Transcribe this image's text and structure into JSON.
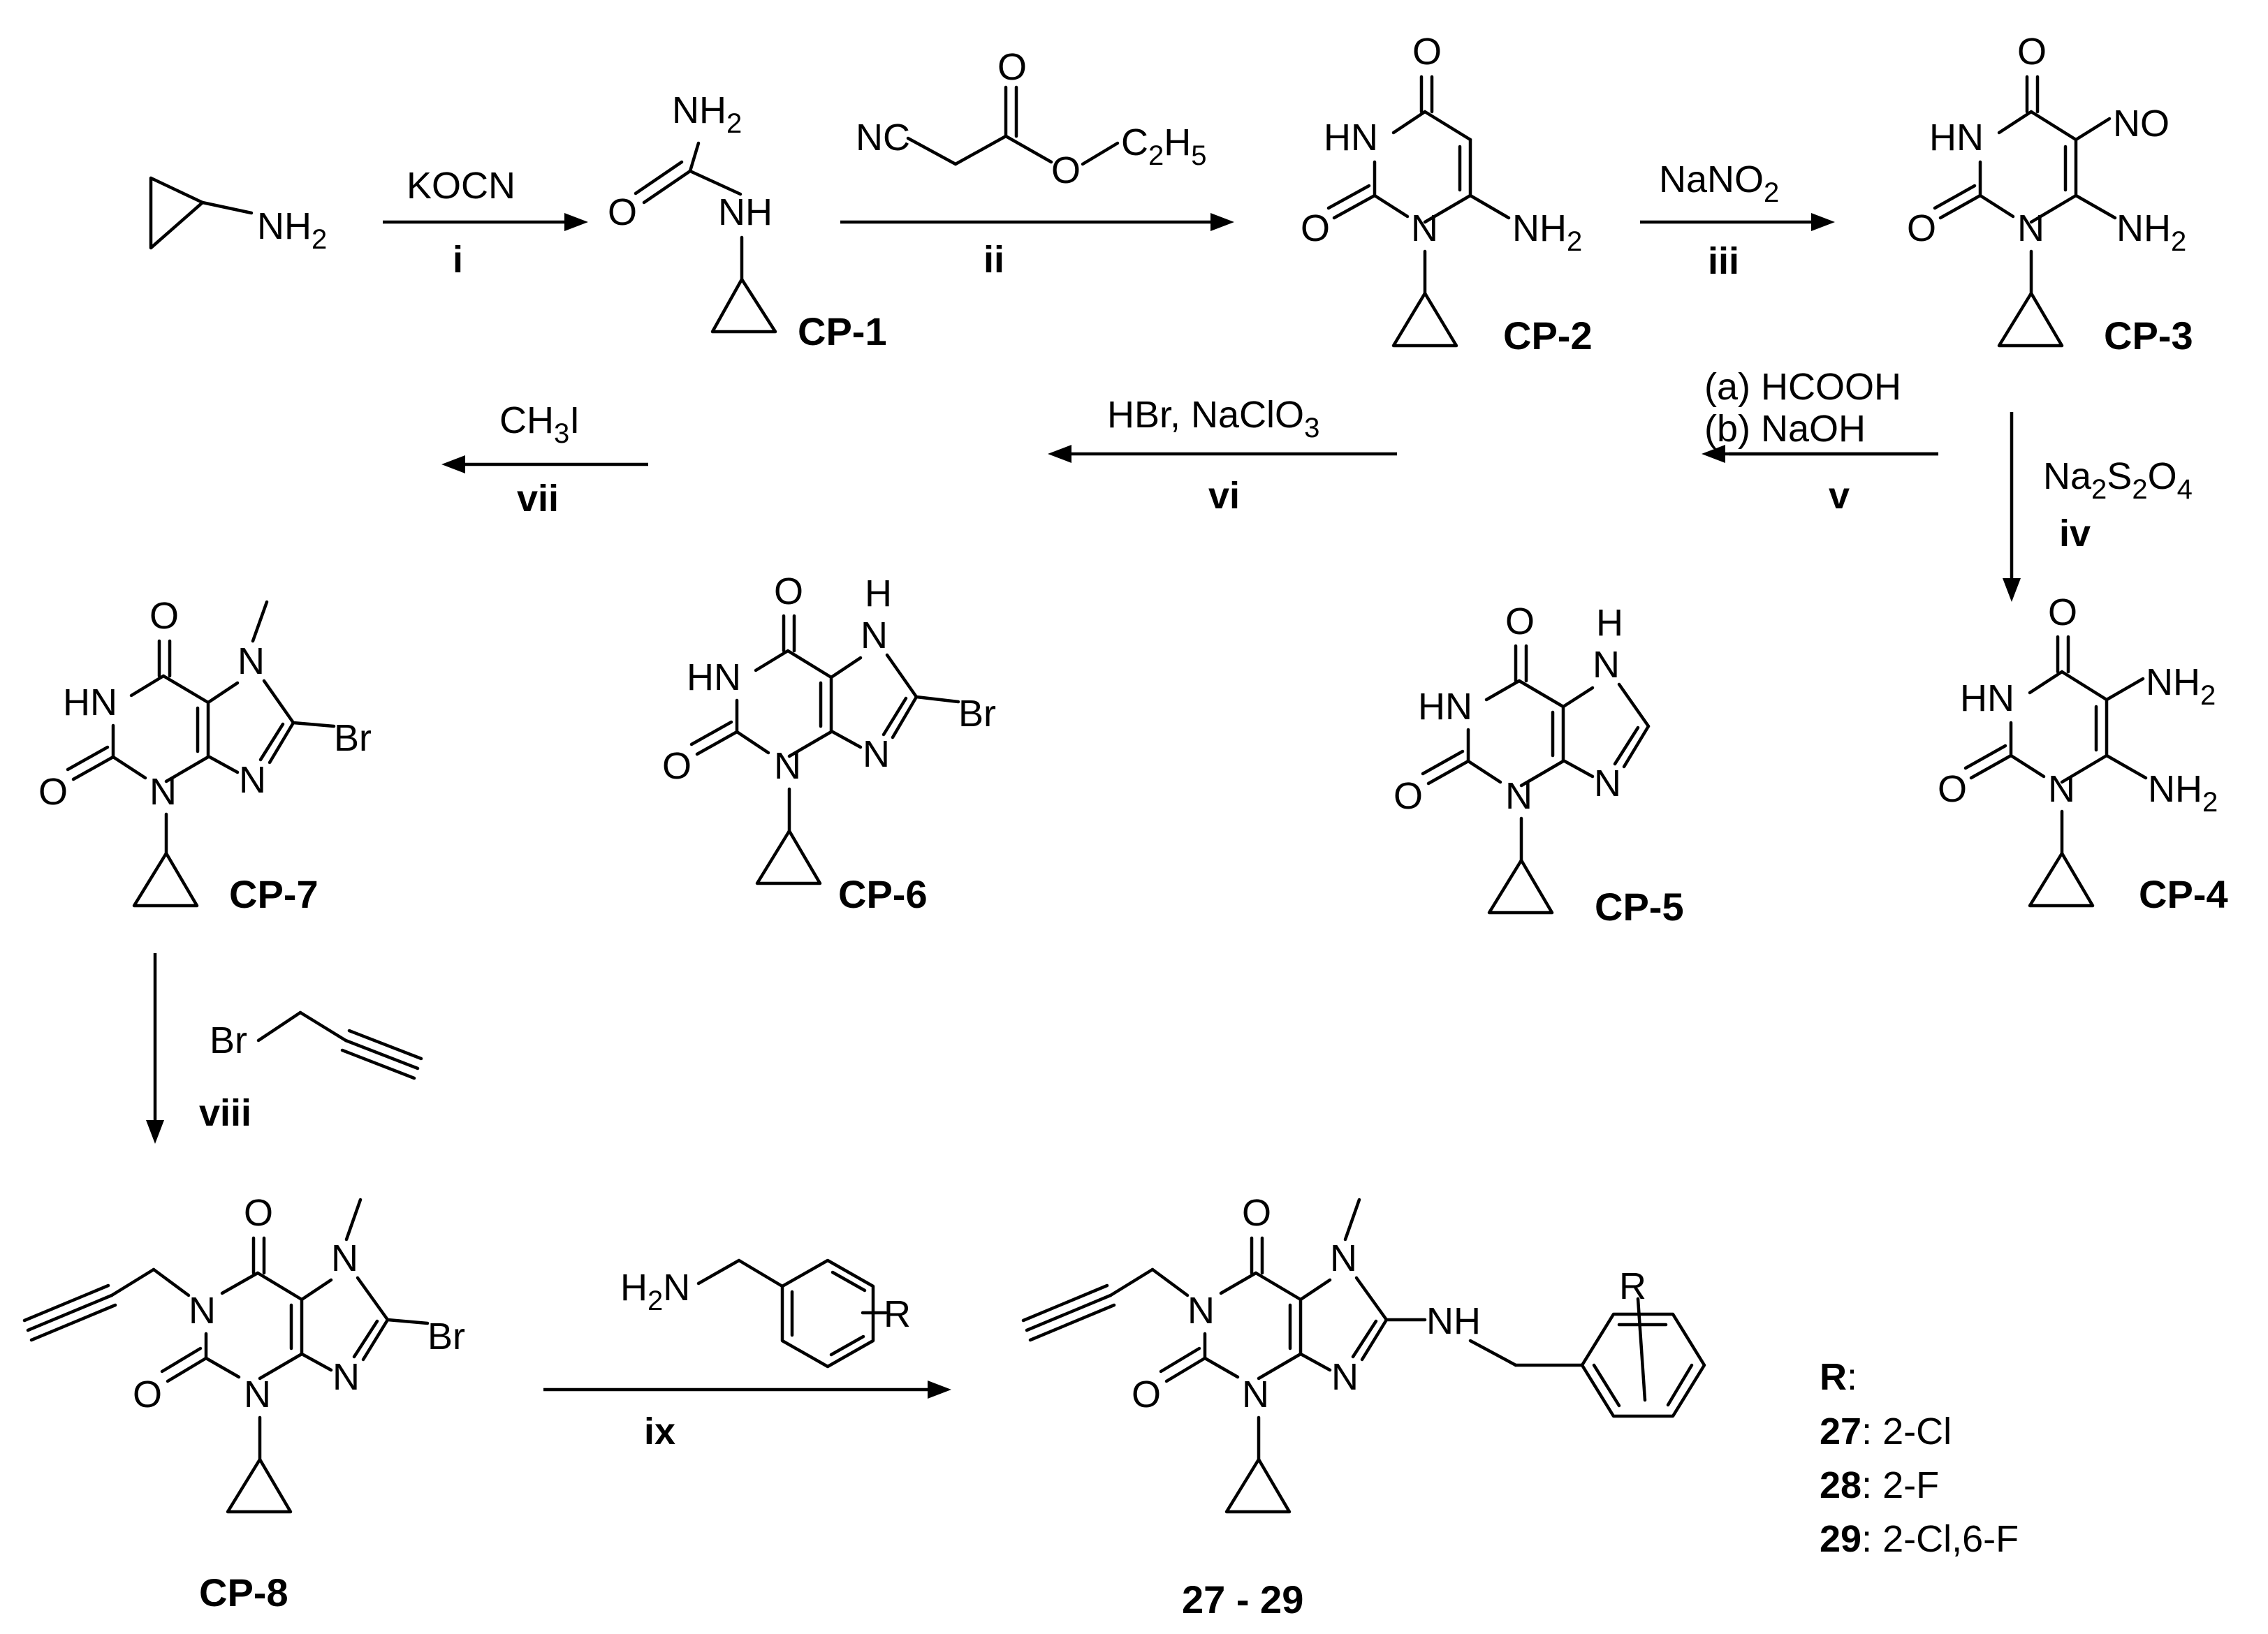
{
  "compounds": {
    "cp1": "CP-1",
    "cp2": "CP-2",
    "cp3": "CP-3",
    "cp4": "CP-4",
    "cp5": "CP-5",
    "cp6": "CP-6",
    "cp7": "CP-7",
    "cp8": "CP-8",
    "final": "27 - 29"
  },
  "steps": {
    "s1": {
      "num": "i",
      "reagent": "KOCN"
    },
    "s2": {
      "num": "ii"
    },
    "s3": {
      "num": "iii",
      "reagent": "NaNO",
      "reagent_sub": "2"
    },
    "s4": {
      "num": "iv",
      "reagent": "Na",
      "reagent_sub1": "2",
      "reagent_mid": "S",
      "reagent_sub2": "2",
      "reagent_end": "O",
      "reagent_sub3": "4"
    },
    "s5": {
      "num": "v",
      "reagent_a": "(a) HCOOH",
      "reagent_b": "(b) NaOH"
    },
    "s6": {
      "num": "vi",
      "reagent": "HBr,  NaClO",
      "reagent_sub": "3"
    },
    "s7": {
      "num": "vii",
      "reagent": "CH",
      "reagent_sub": "3",
      "reagent_end": "I"
    },
    "s8": {
      "num": "viii"
    },
    "s9": {
      "num": "ix"
    }
  },
  "atoms": {
    "nh2": "NH",
    "nh2_sub": "2",
    "nh": "NH",
    "hn": "HN",
    "n": "N",
    "h": "H",
    "o": "O",
    "br": "Br",
    "r": "R",
    "nc": "NC",
    "no": "NO",
    "c2h5_c": "C",
    "c2h5_2": "2",
    "c2h5_h": "H",
    "c2h5_5": "5",
    "h2n_h": "H",
    "h2n_2": "2",
    "h2n_n": "N"
  },
  "substituents": {
    "title": "R",
    "rows": [
      {
        "id": "27",
        "group": "2-Cl"
      },
      {
        "id": "28",
        "group": "2-F"
      },
      {
        "id": "29",
        "group": "2-Cl,6-F"
      }
    ]
  }
}
